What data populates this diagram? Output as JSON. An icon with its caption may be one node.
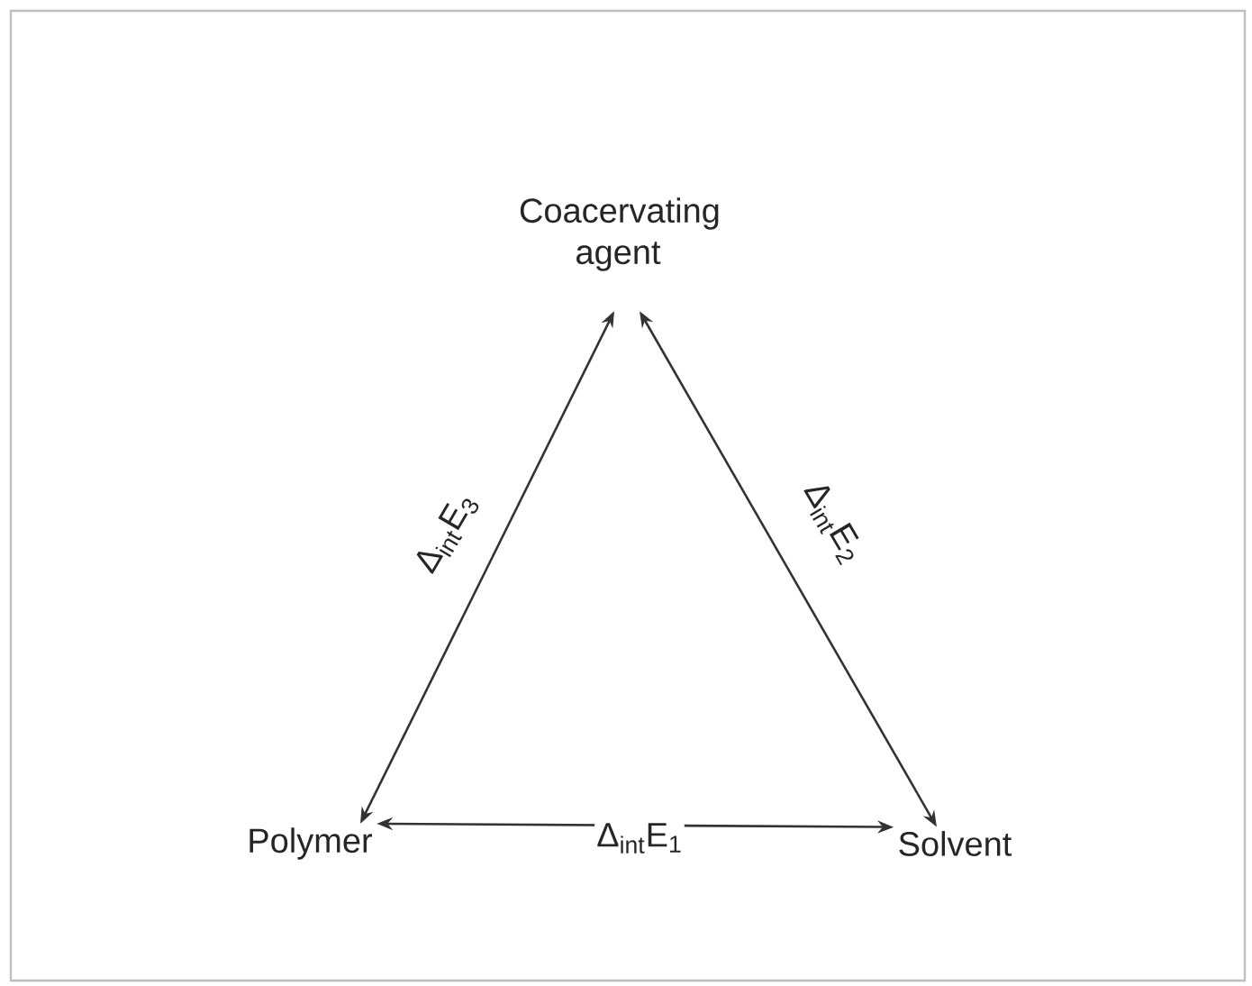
{
  "diagram": {
    "nodes": [
      {
        "text": [
          "Coacervating agent"
        ]
      },
      {
        "text": [
          "Polymer"
        ]
      },
      {
        "text": [
          "Solvent"
        ]
      }
    ],
    "edges": [
      {
        "from": 1,
        "to": 2,
        "arrow": "both",
        "label": "Δ$_{int}$E$_{1}$"
      },
      {
        "from": 2,
        "to": 0,
        "arrow": "both",
        "label": "Δ$_{int}$E$_{2}$"
      },
      {
        "from": 1,
        "to": 0,
        "arrow": "both",
        "label": "Δ$_{int}$E$_{3}$"
      }
    ]
  }
}
